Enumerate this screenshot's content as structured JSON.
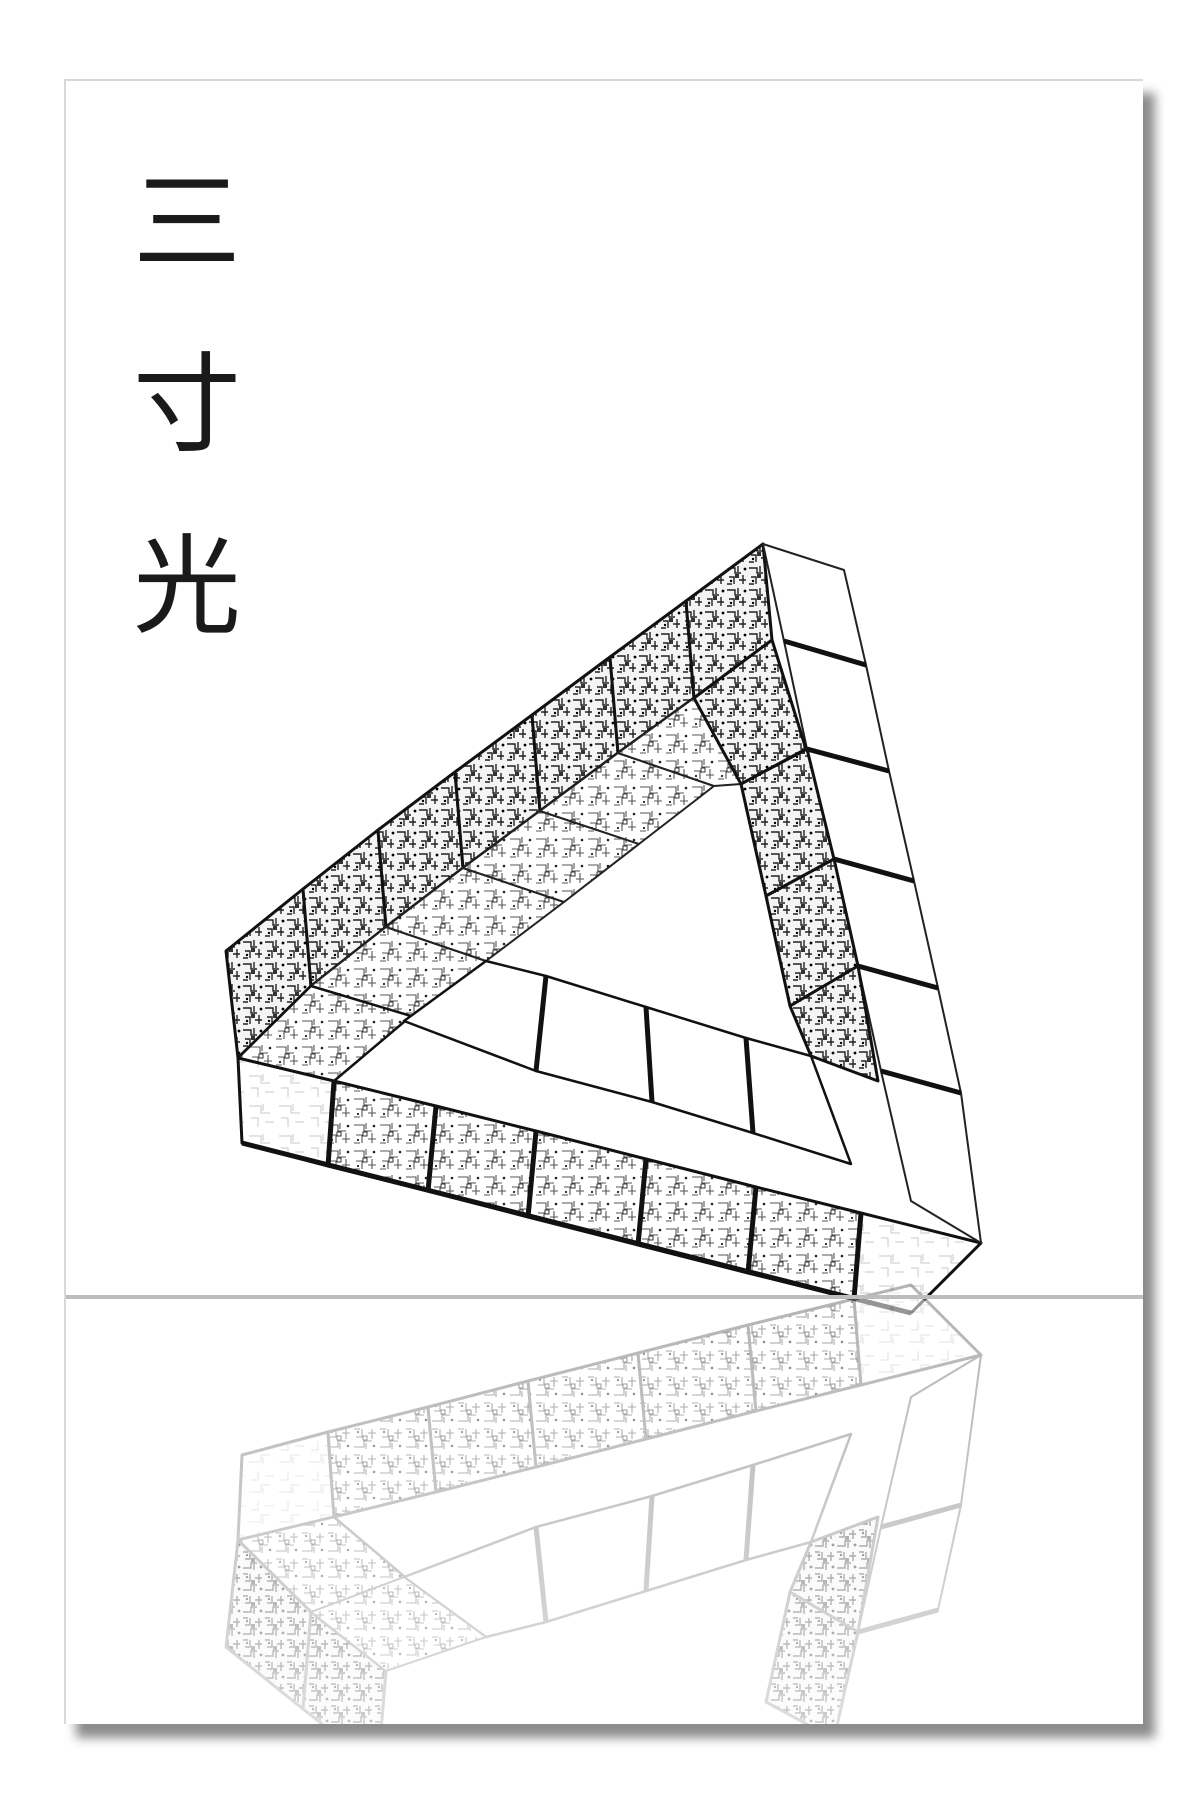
{
  "poster": {
    "title_chars": [
      "三",
      "寸",
      "光"
    ]
  },
  "colors": {
    "background": "#ffffff",
    "ink": "#1a1a1a",
    "horizon": "#bdbdbd",
    "reflection": "#9a9a9a",
    "shadow": "#707070"
  },
  "illustration": {
    "subject": "impossible-triangle",
    "style": "line-art cubes with circuit texture",
    "reflection": true
  }
}
